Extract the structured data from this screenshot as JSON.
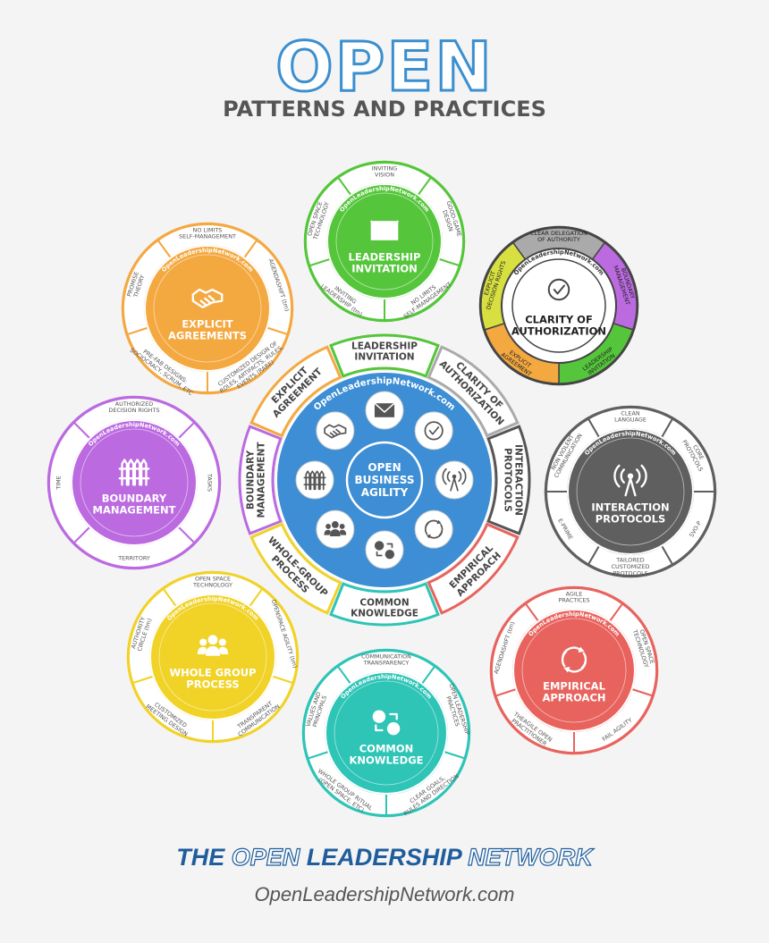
{
  "title": "OPEN",
  "subtitle": "PATTERNS AND PRACTICES",
  "footer": {
    "brand": [
      "THE ",
      "OPEN ",
      "LEADERSHIP ",
      "NETWORK"
    ],
    "url": "OpenLeadershipNetwork.com"
  },
  "hub": {
    "center_label": "OPEN\nBUSINESS\nAGILITY",
    "site": "OpenLeadershipNetwork.com",
    "icons": [
      "envelope-icon",
      "checkmark-icon",
      "antenna-icon",
      "cycle-icon",
      "brain-icon",
      "people-icon",
      "fence-icon",
      "handshake-icon"
    ],
    "colors": {
      "core": "#3d8ed4",
      "ring_bg": "#ffffff",
      "ring_stroke": "#cccccc"
    },
    "segments": [
      {
        "label": "LEADERSHIP\nINVITATION",
        "color": "#55c63b"
      },
      {
        "label": "CLARITY OF\nAUTHORIZATION",
        "color": "#aaaaaa"
      },
      {
        "label": "INTERACTION\nPROTOCOLS",
        "color": "#555555"
      },
      {
        "label": "EMPIRICAL\nAPPROACH",
        "color": "#e8635e"
      },
      {
        "label": "COMMON\nKNOWLEDGE",
        "color": "#2ec4b6"
      },
      {
        "label": "WHOLE-GROUP\nPROCESS",
        "color": "#f1d227"
      },
      {
        "label": "BOUNDARY\nMANAGEMENT",
        "color": "#bb6ae0"
      },
      {
        "label": "EXPLICIT\nAGREEMENT",
        "color": "#f4a840"
      }
    ]
  },
  "satellites": [
    {
      "id": "leadership-invitation",
      "title": "LEADERSHIP\nINVITATION",
      "color": "#55c63b",
      "icon": "envelope-icon",
      "site": "OpenLeadershipNetwork.com",
      "segments": [
        "INVITING\nVISION",
        "GOOD-GAME\nDESIGN",
        "NO LIMITS\nSELF-MANAGEMENT",
        "INVITING\nLEADERSHIP (tm)",
        "OPEN SPACE\nTECHNOLOGY"
      ]
    },
    {
      "id": "clarity-of-authorization",
      "title": "CLARITY OF\nAUTHORIZATION",
      "color": "#444444",
      "icon": "checkmark-icon",
      "site": "OpenLeadershipNetwork.com",
      "segments": [
        "CLEAR DELEGATION\nOF AUTHORITY",
        "BOUNDARY\nMANAGEMENT",
        "LEADERSHIP\nINVITATION",
        "EXPLICIT\nAGREEMENT",
        "EXPLICIT\nDECISION RIGHTS"
      ],
      "segment_colors": [
        "#aaaaaa",
        "#bb6ae0",
        "#55c63b",
        "#f4a840",
        "#d7e040"
      ]
    },
    {
      "id": "interaction-protocols",
      "title": "INTERACTION\nPROTOCOLS",
      "color": "#5f5f5f",
      "icon": "antenna-icon",
      "site": "OpenLeadershipNetwork.com",
      "segments": [
        "CLEAN\nLANGUAGE",
        "CORE\nPROTOCOLS",
        "SVO-P",
        "TAILORED\nCUSTOMIZED\nPROTOCOLS",
        "E-PRIME",
        "NON VIOLENT\nCOMMUNICATION"
      ]
    },
    {
      "id": "empirical-approach",
      "title": "EMPIRICAL\nAPPROACH",
      "color": "#e8635e",
      "icon": "cycle-icon",
      "site": "OpenLeadershipNetwork.com",
      "segments": [
        "AGILE\nPRACTICES",
        "OPEN SPACE\nTECHNOLOGY",
        "FAIL AGILITY",
        "THEAGILE OPEN\nPRACTITIONER",
        "AGENDASHIFT (tm)"
      ]
    },
    {
      "id": "common-knowledge",
      "title": "COMMON\nKNOWLEDGE",
      "color": "#2ec4b6",
      "icon": "brain-icon",
      "site": "OpenLeadershipNetwork.com",
      "segments": [
        "COMMUNICATION\nTRANSPARENCY",
        "OPEN LEADERSHIP\nPRACTICES",
        "CLEAR GOALS,\nRULES AND DIRECTION",
        "WHOLE GROUP RITUAL\n(OPEN SPACE, ETC)",
        "VALUES AND\nPRINCIPALS"
      ]
    },
    {
      "id": "whole-group-process",
      "title": "WHOLE GROUP\nPROCESS",
      "color": "#f1d227",
      "icon": "people-icon",
      "site": "OpenLeadershipNetwork.com",
      "segments": [
        "OPEN SPACE\nTECHNOLOGY",
        "OPENSPACE AGILITY (tm)",
        "TRANSPARENT\nCOMMUNICATION",
        "CUSTOMIZED\nMEETING DESIGN",
        "AUTHORITY\nCIRCLE (tm)"
      ]
    },
    {
      "id": "boundary-management",
      "title": "BOUNDARY\nMANAGEMENT",
      "color": "#bb6ae0",
      "icon": "fence-icon",
      "site": "OpenLeadershipNetwork.com",
      "segments": [
        "AUTHORIZED\nDECISION RIGHTS",
        "TASKS",
        "TERRITORY",
        "TIME"
      ]
    },
    {
      "id": "explicit-agreements",
      "title": "EXPLICIT\nAGREEMENTS",
      "color": "#f4a840",
      "icon": "handshake-icon",
      "site": "OpenLeadershipNetwork.com",
      "segments": [
        "NO LIMITS\nSELF-MANAGEMENT",
        "AGENDASHIFT (tm)",
        "CUSTOMIZED DESIGN OF\nROLES, ARTIFACTS, RULES,\nEVENTS (RARE)",
        "PRE-FAB DESIGNS:\nSOCIOCRACY, SCRUM, ETC",
        "PROMISE\nTHEORY"
      ]
    }
  ]
}
